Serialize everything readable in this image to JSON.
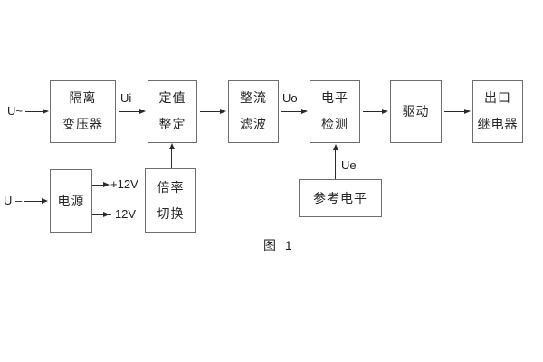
{
  "figure": {
    "caption": "图 1",
    "colors": {
      "background": "#ffffff",
      "box_border": "#6e6e6e",
      "text": "#262626",
      "line": "#2b2b2b"
    },
    "boxes": {
      "isolation_transformer": {
        "line1": "隔离",
        "line2": "变压器"
      },
      "value_setting": {
        "line1": "定值",
        "line2": "整定"
      },
      "rectifier_filter": {
        "line1": "整流",
        "line2": "滤波"
      },
      "level_detection": {
        "line1": "电平",
        "line2": "检测"
      },
      "drive": {
        "line1": "驱动"
      },
      "output_relay": {
        "line1": "出口",
        "line2": "继电器"
      },
      "power_supply": {
        "line1": "电源"
      },
      "ratio_switch": {
        "line1": "倍率",
        "line2": "切换"
      },
      "reference_level": {
        "line1": "参考电平"
      }
    },
    "labels": {
      "ac_input": "U~",
      "dc_input": "U –",
      "ui": "Ui",
      "uo": "Uo",
      "ue": "Ue",
      "plus_12v": "+12V",
      "minus_12v": "- 12V"
    }
  }
}
